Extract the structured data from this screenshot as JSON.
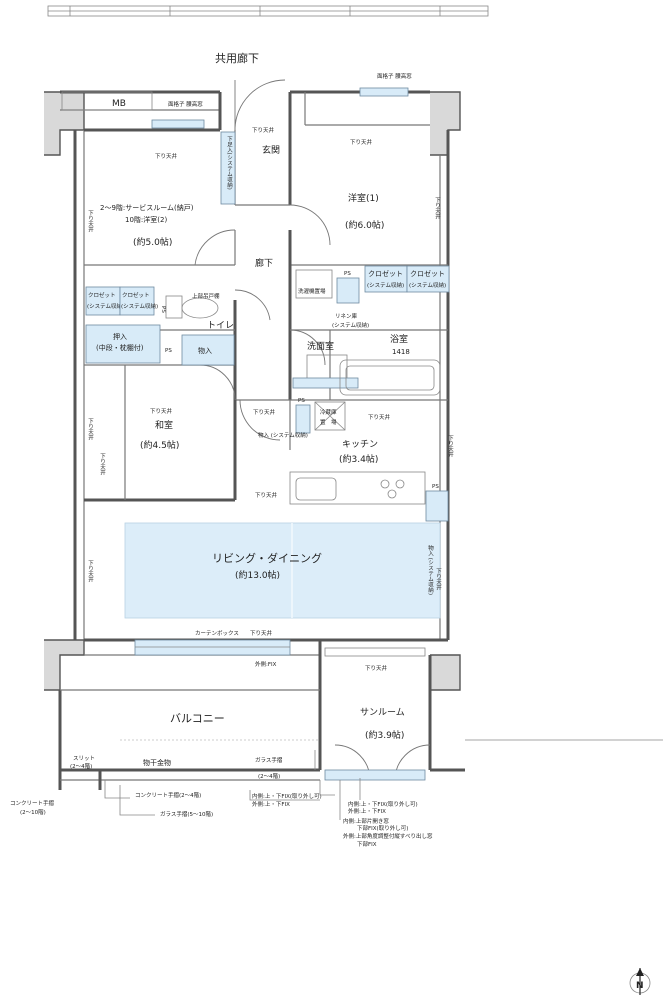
{
  "labels": {
    "corridor": "共用廊下",
    "mb": "MB",
    "lattice_window_left": "面格子\n腰高窓",
    "lattice_window_right": "面格子\n腰高窓",
    "entrance": "玄関",
    "shoe_box": "下足入(システム収納)",
    "service_room_line1": "2〜9階:サービスルーム(納戸)",
    "service_room_line2": "10階:洋室(2)",
    "service_room_area": "(約5.0帖)",
    "western1": "洋室(1)",
    "western1_area": "(約6.0帖)",
    "hallway": "廊下",
    "closet": "クロゼット",
    "system_storage": "(システム収納)",
    "upper_cabinet": "上部吊戸棚",
    "toilet": "トイレ",
    "oshiire_line1": "押入",
    "oshiire_line2": "(中段・枕棚付)",
    "storage": "物入",
    "washer": "洗濯機置場",
    "linen_line1": "リネン庫",
    "linen_line2": "(システム収納)",
    "washroom": "洗面室",
    "bath": "浴室",
    "bath_size": "1418",
    "washitsu": "和室",
    "washitsu_area": "(約4.5帖)",
    "fridge_line1": "冷蔵庫",
    "fridge_line2": "置　場",
    "storage_system": "物入\n(システム収納)",
    "kitchen": "キッチン",
    "kitchen_area": "(約3.4帖)",
    "living": "リビング・ダイニング",
    "living_area": "(約13.0帖)",
    "curtain_box": "カーテンボックス",
    "lowered_ceiling": "下り天井",
    "ps": "PS",
    "outer_fix": "外側:FIX",
    "balcony": "バルコニー",
    "sunroom": "サンルーム",
    "sunroom_area": "(約3.9帖)",
    "slit_line1": "スリット",
    "slit_line2": "(2〜4階)",
    "drying_hardware": "物干金物",
    "glass_rail_24_line1": "ガラス手摺",
    "glass_rail_24_line2": "(2〜4階)",
    "inner_note1": "内側:上・下FIX(取り外し可)",
    "inner_note2": "外側:上・下FIX",
    "concrete_rail_24": "コンクリート手摺(2〜4階)",
    "glass_rail_510": "ガラス手摺(5〜10階)",
    "concrete_rail_210_line1": "コンクリート手摺",
    "concrete_rail_210_line2": "(2〜10階)",
    "right_note1": "内側:上・下FIX(取り外し可)",
    "right_note2": "外側:上・下FIX",
    "right_note3": "内側:上部片開き窓",
    "right_note4": "下部FIX(取り外し可)",
    "right_note5": "外側:上部角度調整付縦すべり出し窓",
    "right_note6": "下部FIX",
    "north": "N"
  },
  "colors": {
    "wall": "#555555",
    "storage_fill": "#d8ebf8",
    "living_fill": "#dcedf9",
    "pillar": "#d9d9d9"
  }
}
